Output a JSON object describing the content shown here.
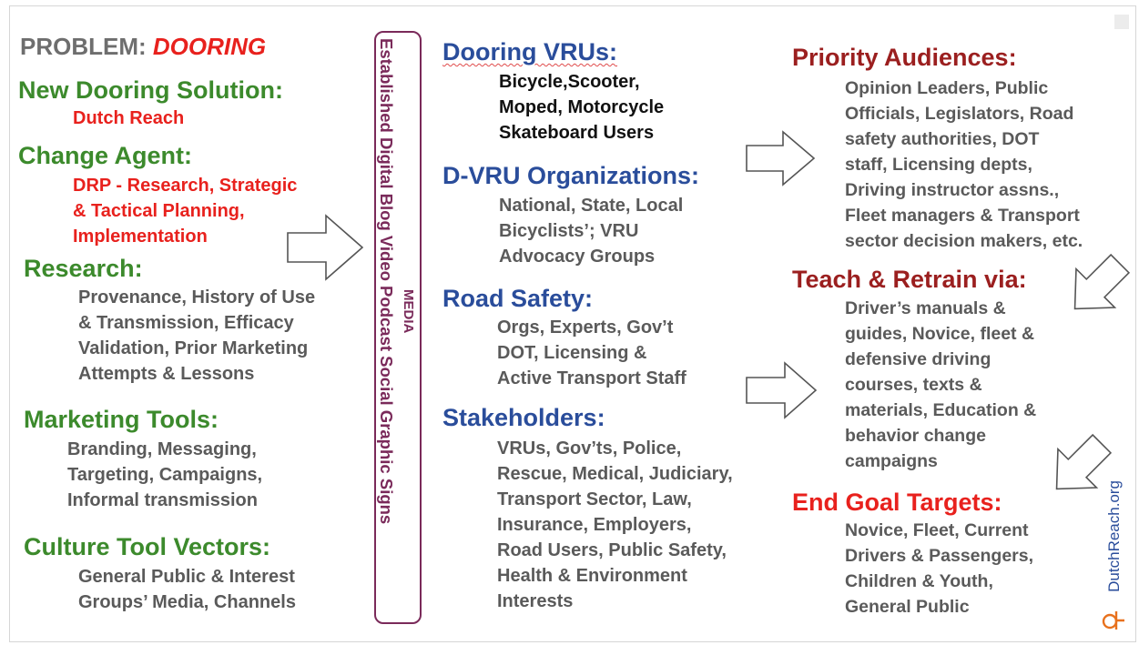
{
  "problem": {
    "prefix": "PROBLEM:",
    "value": "DOORING"
  },
  "left": {
    "new_solution": {
      "heading": "New Dooring Solution:",
      "text": "Dutch Reach"
    },
    "change_agent": {
      "heading": "Change Agent:",
      "lines": [
        "DRP -  Research, Strategic",
        "& Tactical Planning,",
        "Implementation"
      ]
    },
    "research": {
      "heading": "Research:",
      "lines": [
        "Provenance, History of Use",
        "& Transmission, Efficacy",
        "Validation, Prior Marketing",
        "Attempts & Lessons"
      ]
    },
    "marketing_tools": {
      "heading": "Marketing Tools:",
      "lines": [
        "Branding, Messaging,",
        "Targeting, Campaigns,",
        "Informal transmission"
      ]
    },
    "culture_tool_vectors": {
      "heading": "Culture Tool Vectors:",
      "lines": [
        "General Public & Interest",
        "Groups’ Media, Channels"
      ]
    }
  },
  "media": {
    "label": "MEDIA",
    "channels": "Established Digital Blog Video Podcast Social Graphic Signs"
  },
  "middle": {
    "dooring_vrus": {
      "heading": "Dooring VRUs:",
      "lines": [
        "Bicycle,Scooter,",
        "Moped, Motorcycle",
        "Skateboard Users"
      ]
    },
    "dvru_orgs": {
      "heading": "D-VRU Organizations:",
      "lines": [
        "National, State, Local",
        "Bicyclists’; VRU",
        "Advocacy Groups"
      ]
    },
    "road_safety": {
      "heading": "Road Safety:",
      "lines": [
        "Orgs, Experts, Gov’t",
        "DOT, Licensing &",
        "Active Transport Staff"
      ]
    },
    "stakeholders": {
      "heading": "Stakeholders:",
      "lines": [
        "VRUs, Gov’ts, Police,",
        "Rescue, Medical, Judiciary,",
        "Transport Sector, Law,",
        "Insurance, Employers,",
        "Road Users, Public Safety,",
        "Health & Environment",
        "Interests"
      ]
    }
  },
  "right": {
    "priority_audiences": {
      "heading": "Priority Audiences:",
      "lines": [
        "Opinion Leaders, Public",
        "Officials, Legislators, Road",
        "safety authorities, DOT",
        "staff, Licensing depts,",
        "Driving instructor assns.,",
        "Fleet managers & Transport",
        "sector decision makers, etc."
      ]
    },
    "teach_retrain": {
      "heading": "Teach & Retrain via:",
      "lines": [
        "Driver’s manuals &",
        "guides, Novice, fleet &",
        "defensive driving",
        "courses, texts &",
        "materials, Education &",
        "behavior change",
        "campaigns"
      ]
    },
    "end_goal": {
      "heading": "End Goal Targets:",
      "lines": [
        "Novice, Fleet, Current",
        "Drivers & Passengers,",
        "Children & Youth,",
        "General Public"
      ]
    }
  },
  "brand": {
    "logo_text": "DutchReach.org"
  },
  "colors": {
    "green": "#3c8a2c",
    "blue": "#2a4d9b",
    "maroon": "#9b1f1f",
    "red": "#e8211d",
    "gray": "#5a5a5a",
    "media": "#7a2a5a",
    "logo": "#e8711d"
  }
}
